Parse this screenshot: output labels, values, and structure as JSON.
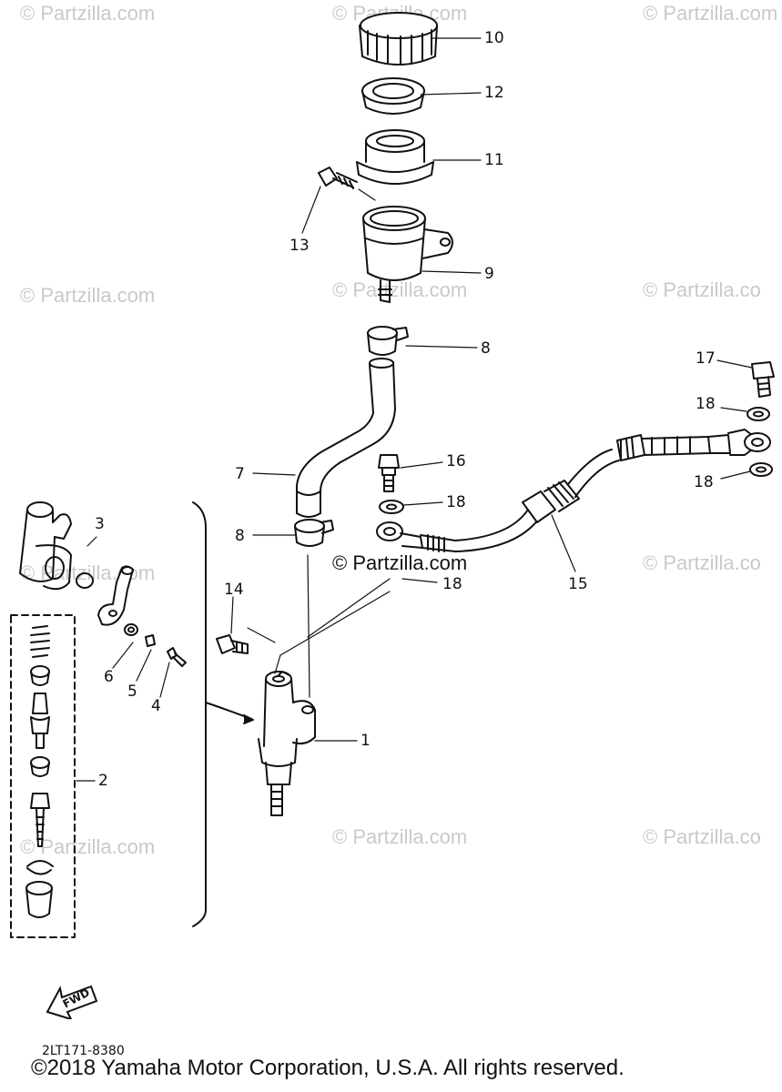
{
  "watermarks": {
    "row1_left": "© Partzilla.com",
    "row1_mid": "© Partzilla.com",
    "row1_right": "© Partzilla.com",
    "row2_left": "© Partzilla.com",
    "row2_mid": "© Partzilla.com",
    "row2_right": "© Partzilla.co",
    "row3_left": "© Partzilla.com",
    "row3_mid": "© Partzilla.com",
    "row3_right": "© Partzilla.co",
    "row4_left": "© Partzilla.com",
    "row4_mid": "© Partzilla.com",
    "row4_right": "© Partzilla.co"
  },
  "callouts": {
    "p1": "1",
    "p2": "2",
    "p3": "3",
    "p4": "4",
    "p5": "5",
    "p6": "6",
    "p7": "7",
    "p8_top": "8",
    "p8_bottom": "8",
    "p9": "9",
    "p10": "10",
    "p11": "11",
    "p12": "12",
    "p13": "13",
    "p14": "14",
    "p15": "15",
    "p16": "16",
    "p17": "17",
    "p18_a": "18",
    "p18_b": "18",
    "p18_c": "18",
    "p18_d": "18"
  },
  "fwd_label": "FWD",
  "diagram_code": "2LT171-8380",
  "copyright": "©2018  Yamaha Motor Corporation, U.S.A. All rights reserved."
}
